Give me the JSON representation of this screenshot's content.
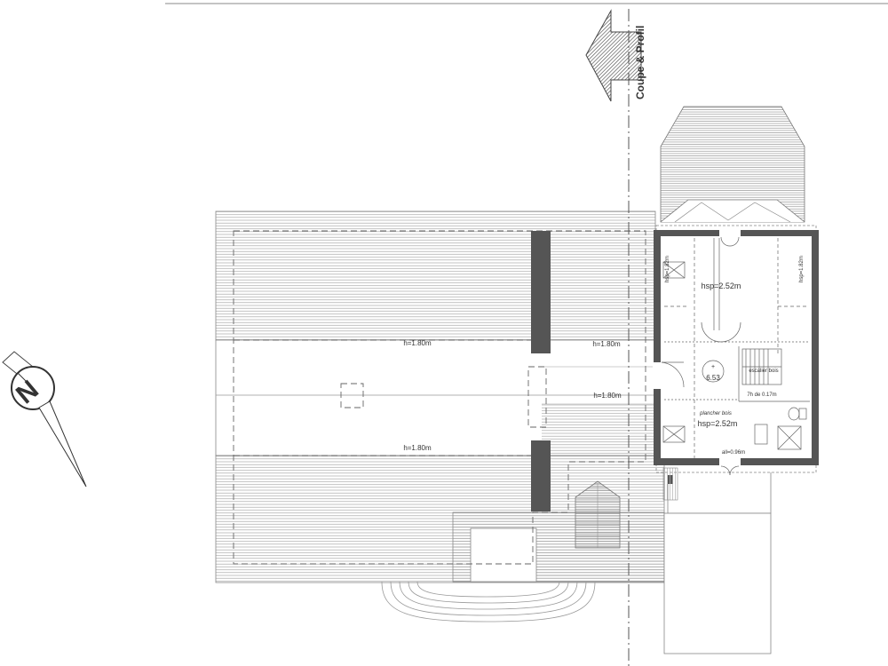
{
  "section": {
    "label": "Coupe & Profil"
  },
  "north": {
    "letter": "N"
  },
  "labels": {
    "h_top_left": "h=1.80m",
    "h_top_right": "h=1.80m",
    "h_mid": "h=1.80m",
    "h_bottom": "h=1.80m",
    "hsp_left": "hsp=1.82m",
    "hsp_right": "hsp=1.82m",
    "hsp_upper": "hsp=2.52m",
    "hsp_lower": "hsp=2.52m",
    "area": "6.53",
    "floor": "plancher bois",
    "stair": "escalier bois",
    "step": "7h de 0.17m",
    "sill": "all=0.96m"
  },
  "colors": {
    "wall": "#555555",
    "hatch": "#9a9a9a",
    "line": "#777777"
  }
}
